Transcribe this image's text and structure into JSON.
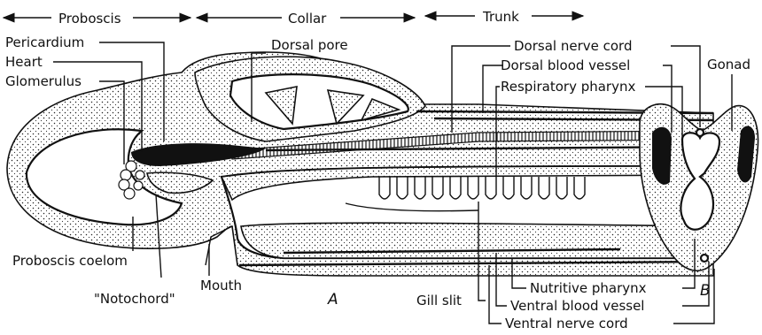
{
  "regions": {
    "proboscis": "Proboscis",
    "collar": "Collar",
    "trunk": "Trunk"
  },
  "labels": {
    "pericardium": "Pericardium",
    "heart": "Heart",
    "glomerulus": "Glomerulus",
    "dorsal_pore": "Dorsal pore",
    "dorsal_nerve_cord": "Dorsal nerve cord",
    "dorsal_blood_vessel": "Dorsal blood vessel",
    "respiratory_pharynx": "Respiratory pharynx",
    "gonad": "Gonad",
    "proboscis_coelom": "Proboscis coelom",
    "notochord": "\"Notochord\"",
    "mouth": "Mouth",
    "figure_a": "A",
    "gill_slit": "Gill slit",
    "nutritive_pharynx": "Nutritive pharynx",
    "figure_b": "B",
    "ventral_blood_vessel": "Ventral blood vessel",
    "ventral_nerve_cord": "Ventral nerve cord"
  }
}
